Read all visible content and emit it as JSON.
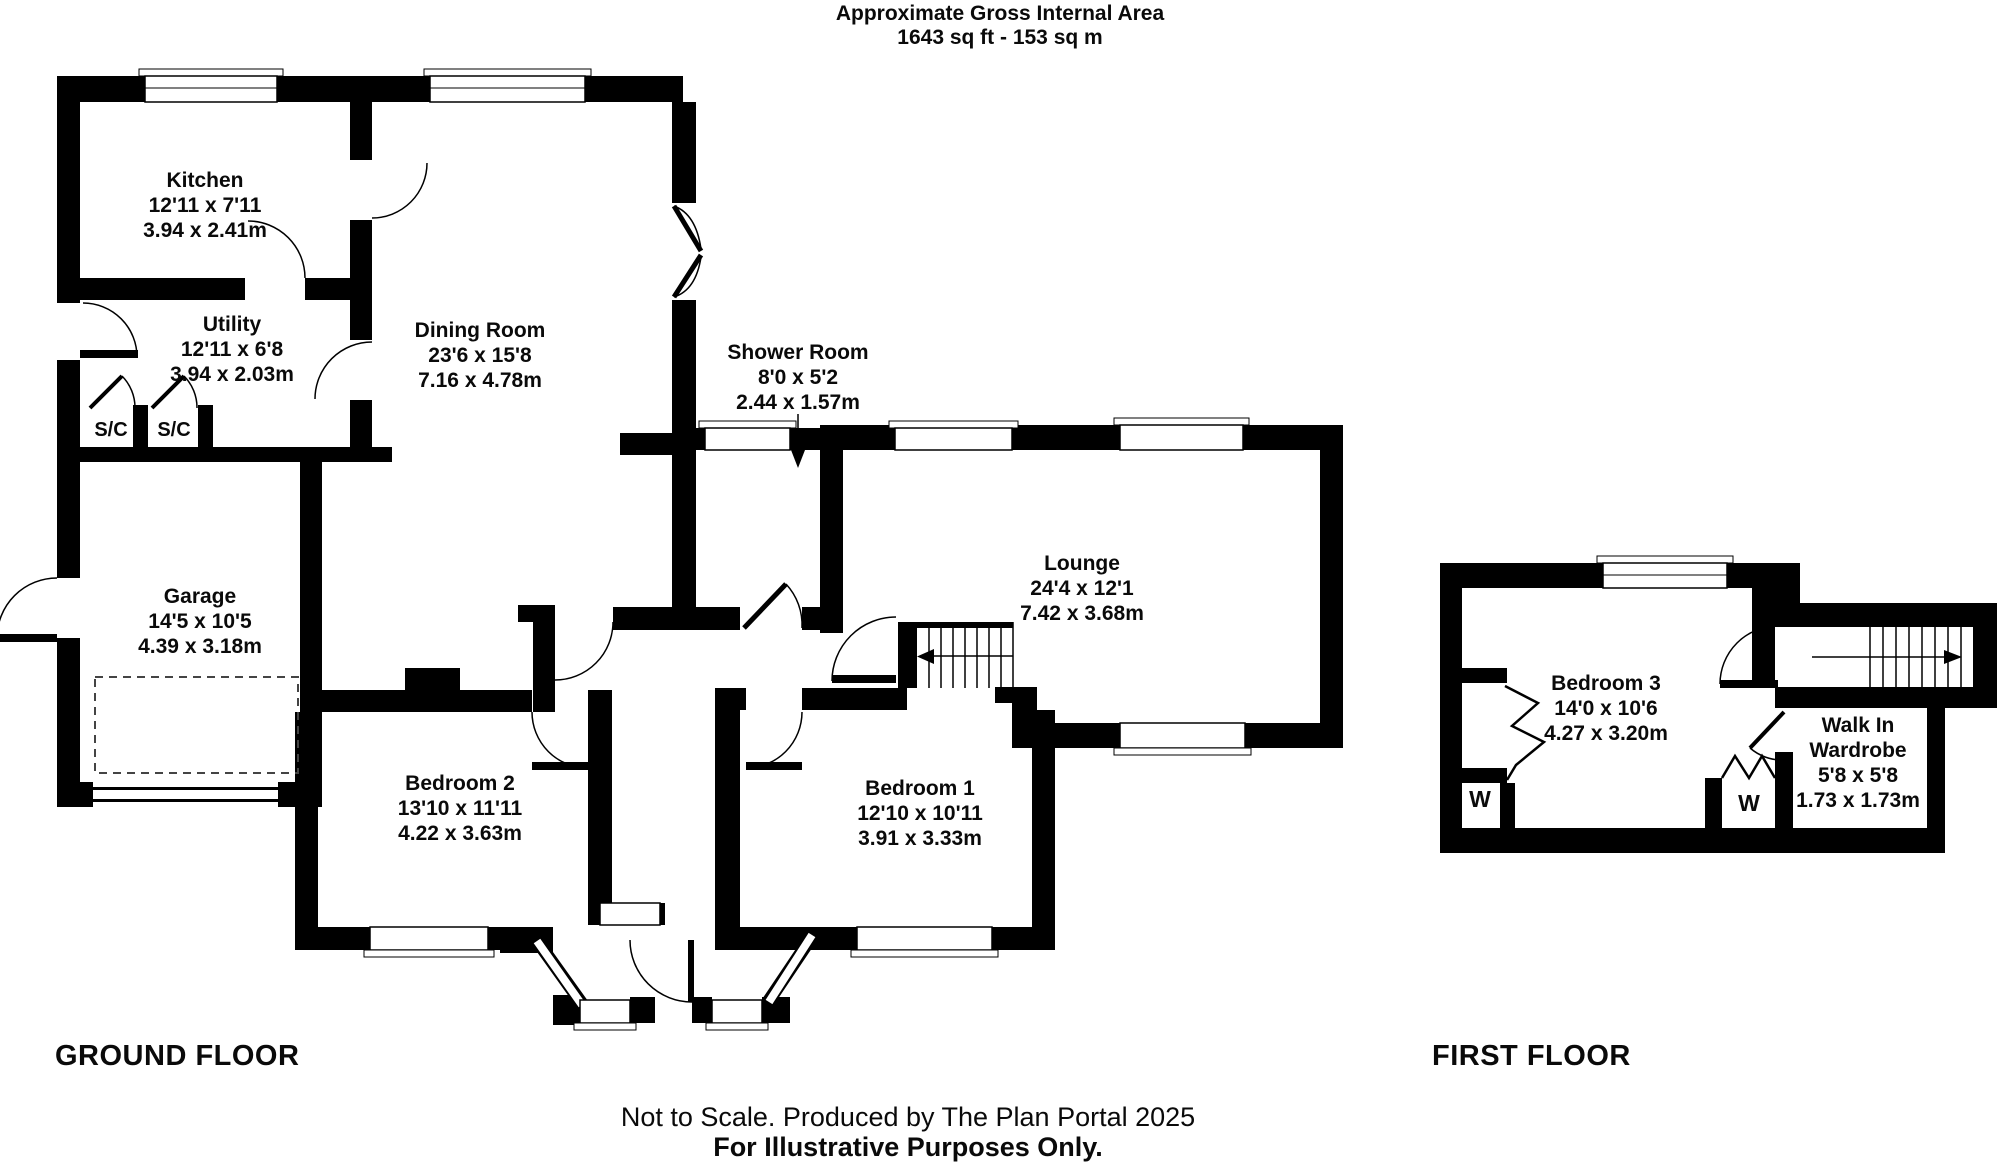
{
  "header": {
    "line1": "Approximate Gross Internal Area",
    "line2": "1643 sq ft - 153 sq m"
  },
  "floors": {
    "ground": "GROUND FLOOR",
    "first": "FIRST FLOOR"
  },
  "footer": {
    "line1": "Not to Scale. Produced by The Plan Portal 2025",
    "line2": "For Illustrative Purposes Only."
  },
  "rooms": {
    "kitchen": {
      "name": "Kitchen",
      "imperial": "12'11 x 7'11",
      "metric": "3.94 x 2.41m"
    },
    "utility": {
      "name": "Utility",
      "imperial": "12'11 x 6'8",
      "metric": "3.94 x 2.03m"
    },
    "dining": {
      "name": "Dining Room",
      "imperial": "23'6 x 15'8",
      "metric": "7.16 x 4.78m"
    },
    "shower": {
      "name": "Shower Room",
      "imperial": "8'0 x 5'2",
      "metric": "2.44 x 1.57m"
    },
    "garage": {
      "name": "Garage",
      "imperial": "14'5 x 10'5",
      "metric": "4.39 x 3.18m"
    },
    "lounge": {
      "name": "Lounge",
      "imperial": "24'4 x 12'1",
      "metric": "7.42 x 3.68m"
    },
    "bedroom2": {
      "name": "Bedroom 2",
      "imperial": "13'10 x 11'11",
      "metric": "4.22 x 3.63m"
    },
    "bedroom1": {
      "name": "Bedroom 1",
      "imperial": "12'10 x 10'11",
      "metric": "3.91 x 3.33m"
    },
    "bedroom3": {
      "name": "Bedroom 3",
      "imperial": "14'0 x 10'6",
      "metric": "4.27 x 3.20m"
    },
    "wardrobe": {
      "name_line1": "Walk In",
      "name_line2": "Wardrobe",
      "imperial": "5'8 x 5'8",
      "metric": "1.73 x 1.73m"
    }
  },
  "closets": {
    "sc": "S/C",
    "w": "W"
  },
  "colors": {
    "wall": "#000000",
    "background": "#ffffff"
  }
}
